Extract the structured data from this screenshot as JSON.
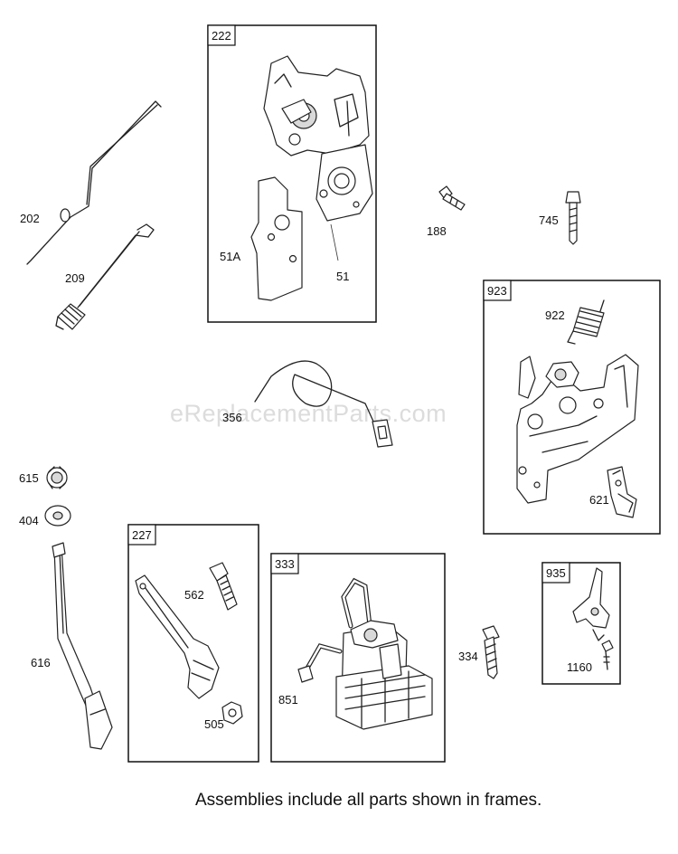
{
  "watermark": "eReplacementParts.com",
  "footer_note": "Assemblies include all parts shown in frames.",
  "assemblies": [
    {
      "tag": "222",
      "parts": [
        "51A",
        "51"
      ]
    },
    {
      "tag": "923",
      "parts": [
        "922",
        "621"
      ]
    },
    {
      "tag": "227",
      "parts": [
        "562",
        "505"
      ]
    },
    {
      "tag": "333",
      "parts": [
        "851"
      ]
    },
    {
      "tag": "935",
      "parts": [
        "1160"
      ]
    }
  ],
  "loose_parts": [
    "202",
    "209",
    "188",
    "745",
    "356",
    "615",
    "404",
    "616",
    "334"
  ]
}
